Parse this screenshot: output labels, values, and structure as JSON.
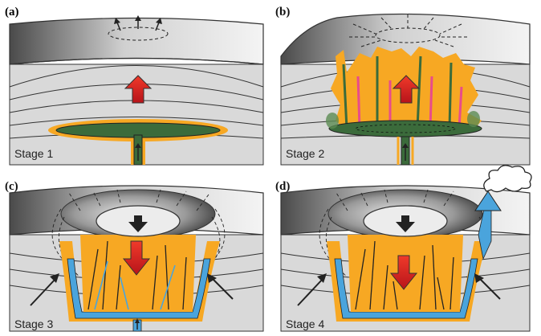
{
  "panels": [
    {
      "id": "a",
      "label": "(a)",
      "stage": "Stage 1"
    },
    {
      "id": "b",
      "label": "(b)",
      "stage": "Stage 2"
    },
    {
      "id": "c",
      "label": "(c)",
      "stage": "Stage 3"
    },
    {
      "id": "d",
      "label": "(d)",
      "stage": "Stage 4"
    }
  ],
  "colors": {
    "crust": "#d9d9d9",
    "magma_green": "#3b6b3b",
    "magma_orange": "#f7a823",
    "hydro_blue": "#4aa4dc",
    "arrow_red": "#e3201b",
    "dike_pink": "#e84c8b"
  }
}
